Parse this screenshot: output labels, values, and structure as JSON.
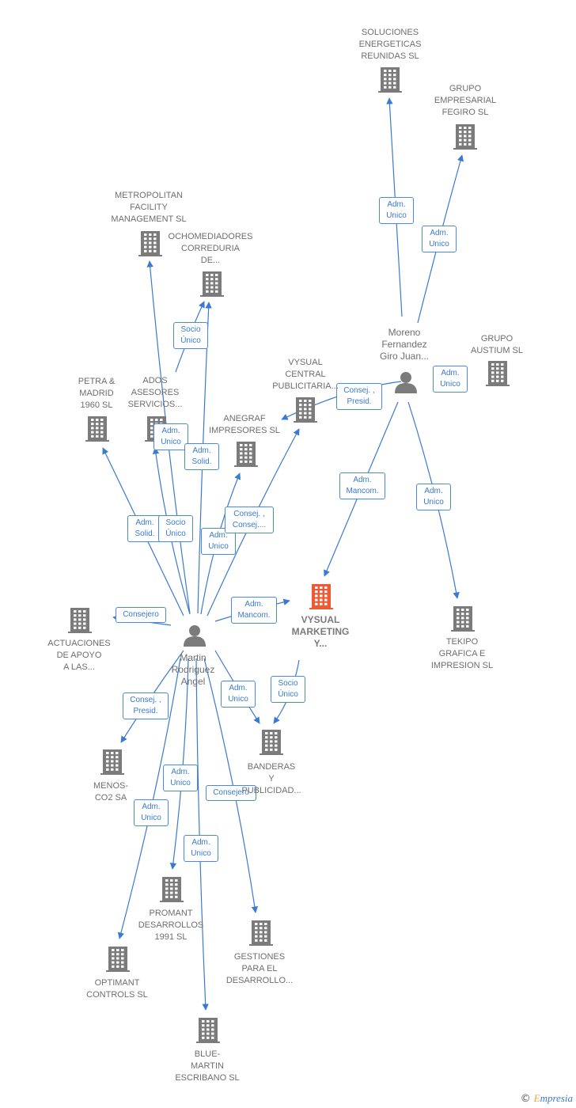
{
  "colors": {
    "edge": "#3a7ad0",
    "building": "#7b7b7b",
    "focus": "#ef5a35",
    "person": "#7b7b7b"
  },
  "companies": [
    {
      "id": "soluciones",
      "label": "SOLUCIONES\nENERGETICAS\nREUNIDAS  SL"
    },
    {
      "id": "fegiro",
      "label": "GRUPO\nEMPRESARIAL\nFEGIRO SL"
    },
    {
      "id": "metropolitan",
      "label": "METROPOLITAN\nFACILITY\nMANAGEMENT SL"
    },
    {
      "id": "ochomediadores",
      "label": "OCHOMEDIADORES\nCORREDURIA\nDE..."
    },
    {
      "id": "austium",
      "label": "GRUPO\nAUSTIUM  SL"
    },
    {
      "id": "petra",
      "label": "PETRA &\nMADRID\n1960  SL"
    },
    {
      "id": "ados",
      "label": "ADOS\nASESORES\nSERVICIOS..."
    },
    {
      "id": "vysual-central",
      "label": "VYSUAL\nCENTRAL\nPUBLICITARIA..."
    },
    {
      "id": "anegraf",
      "label": "ANEGRAF\nIMPRESORES SL"
    },
    {
      "id": "vysual-marketing",
      "label": "VYSUAL\nMARKETING\nY...",
      "focus": true
    },
    {
      "id": "tekipo",
      "label": "TEKIPO\nGRAFICA E\nIMPRESION  SL"
    },
    {
      "id": "actuaciones",
      "label": "ACTUACIONES\nDE APOYO\nA LAS..."
    },
    {
      "id": "banderas",
      "label": "BANDERAS\nY\nPUBLICIDAD..."
    },
    {
      "id": "menos",
      "label": "MENOS-\nCO2 SA"
    },
    {
      "id": "promant",
      "label": "PROMANT\nDESARROLLOS\n1991  SL"
    },
    {
      "id": "gestiones",
      "label": "GESTIONES\nPARA EL\nDESARROLLO..."
    },
    {
      "id": "optimant",
      "label": "OPTIMANT\nCONTROLS SL"
    },
    {
      "id": "blue",
      "label": "BLUE-\nMARTIN\nESCRIBANO SL"
    }
  ],
  "persons": [
    {
      "id": "moreno",
      "label": "Moreno\nFernandez\nGiro Juan..."
    },
    {
      "id": "martin",
      "label": "Martin\nRodriguez\nAngel"
    }
  ],
  "relations": [
    {
      "from": "moreno",
      "to": "soluciones",
      "label": "Adm.\nUnico"
    },
    {
      "from": "moreno",
      "to": "fegiro",
      "label": "Adm.\nUnico"
    },
    {
      "from": "moreno",
      "to": "austium",
      "label": "Adm.\nUnico"
    },
    {
      "from": "moreno",
      "to": "vysual-central",
      "label": "Consej. ,\nPresid."
    },
    {
      "from": "moreno",
      "to": "vysual-marketing",
      "label": "Adm.\nMancom."
    },
    {
      "from": "moreno",
      "to": "tekipo",
      "label": "Adm.\nUnico"
    },
    {
      "from": "martin",
      "to": "metropolitan",
      "label": "Adm.\nUnico"
    },
    {
      "from": "martin",
      "to": "ochomediadores",
      "label": "Socio\nÚnico"
    },
    {
      "from": "martin",
      "to": "ochomediadores",
      "label": "Adm.\nSolid."
    },
    {
      "from": "martin",
      "to": "petra",
      "label": "Adm.\nSolid."
    },
    {
      "from": "martin",
      "to": "ados",
      "label": "Socio\nÚnico"
    },
    {
      "from": "martin",
      "to": "anegraf",
      "label": "Adm.\nUnico"
    },
    {
      "from": "martin",
      "to": "vysual-central",
      "label": "Consej. ,\nConsej...."
    },
    {
      "from": "martin",
      "to": "vysual-marketing",
      "label": "Adm.\nMancom."
    },
    {
      "from": "martin",
      "to": "actuaciones",
      "label": "Consejero"
    },
    {
      "from": "martin",
      "to": "menos",
      "label": "Consej. ,\nPresid."
    },
    {
      "from": "martin",
      "to": "banderas",
      "label": "Adm.\nUnico"
    },
    {
      "from": "vysual-marketing",
      "to": "banderas",
      "label": "Socio\nÚnico"
    },
    {
      "from": "martin",
      "to": "promant",
      "label": "Adm.\nUnico"
    },
    {
      "from": "martin",
      "to": "optimant",
      "label": "Adm.\nUnico"
    },
    {
      "from": "martin",
      "to": "blue",
      "label": "Adm.\nUnico"
    },
    {
      "from": "martin",
      "to": "gestiones",
      "label": "Consejero"
    }
  ],
  "footer": {
    "copyright": "©",
    "brand_first": "E",
    "brand_rest": "mpresia"
  }
}
